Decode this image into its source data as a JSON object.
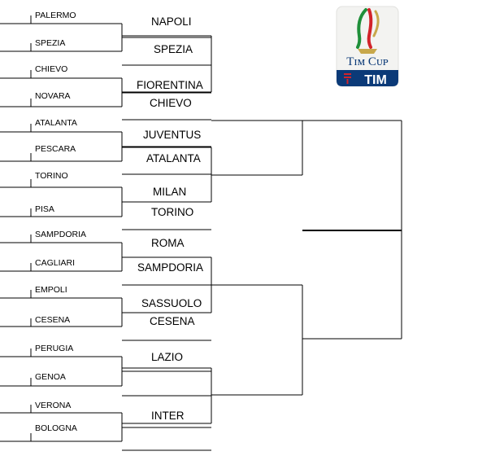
{
  "round1": [
    "PALERMO",
    "SPEZIA",
    "CHIEVO",
    "NOVARA",
    "ATALANTA",
    "PESCARA",
    "TORINO",
    "PISA",
    "SAMPDORIA",
    "CAGLIARI",
    "EMPOLI",
    "CESENA",
    "PERUGIA",
    "GENOA",
    "VERONA",
    "BOLOGNA"
  ],
  "round2": [
    {
      "seed": "NAPOLI",
      "qualifier": "SPEZIA"
    },
    {
      "seed": "FIORENTINA",
      "qualifier": "CHIEVO"
    },
    {
      "seed": "JUVENTUS",
      "qualifier": "ATALANTA"
    },
    {
      "seed": "MILAN",
      "qualifier": "TORINO"
    },
    {
      "seed": "ROMA",
      "qualifier": "SAMPDORIA"
    },
    {
      "seed": "SASSUOLO",
      "qualifier": "CESENA"
    },
    {
      "seed": "LAZIO",
      "qualifier": ""
    },
    {
      "seed": "INTER",
      "qualifier": ""
    }
  ],
  "logo": {
    "title": "TIM CUP",
    "sponsor": "TIM",
    "colors": {
      "navy": "#0b3a78",
      "red": "#d2232a",
      "green": "#1f8f3a",
      "gold": "#c8a84b"
    }
  }
}
